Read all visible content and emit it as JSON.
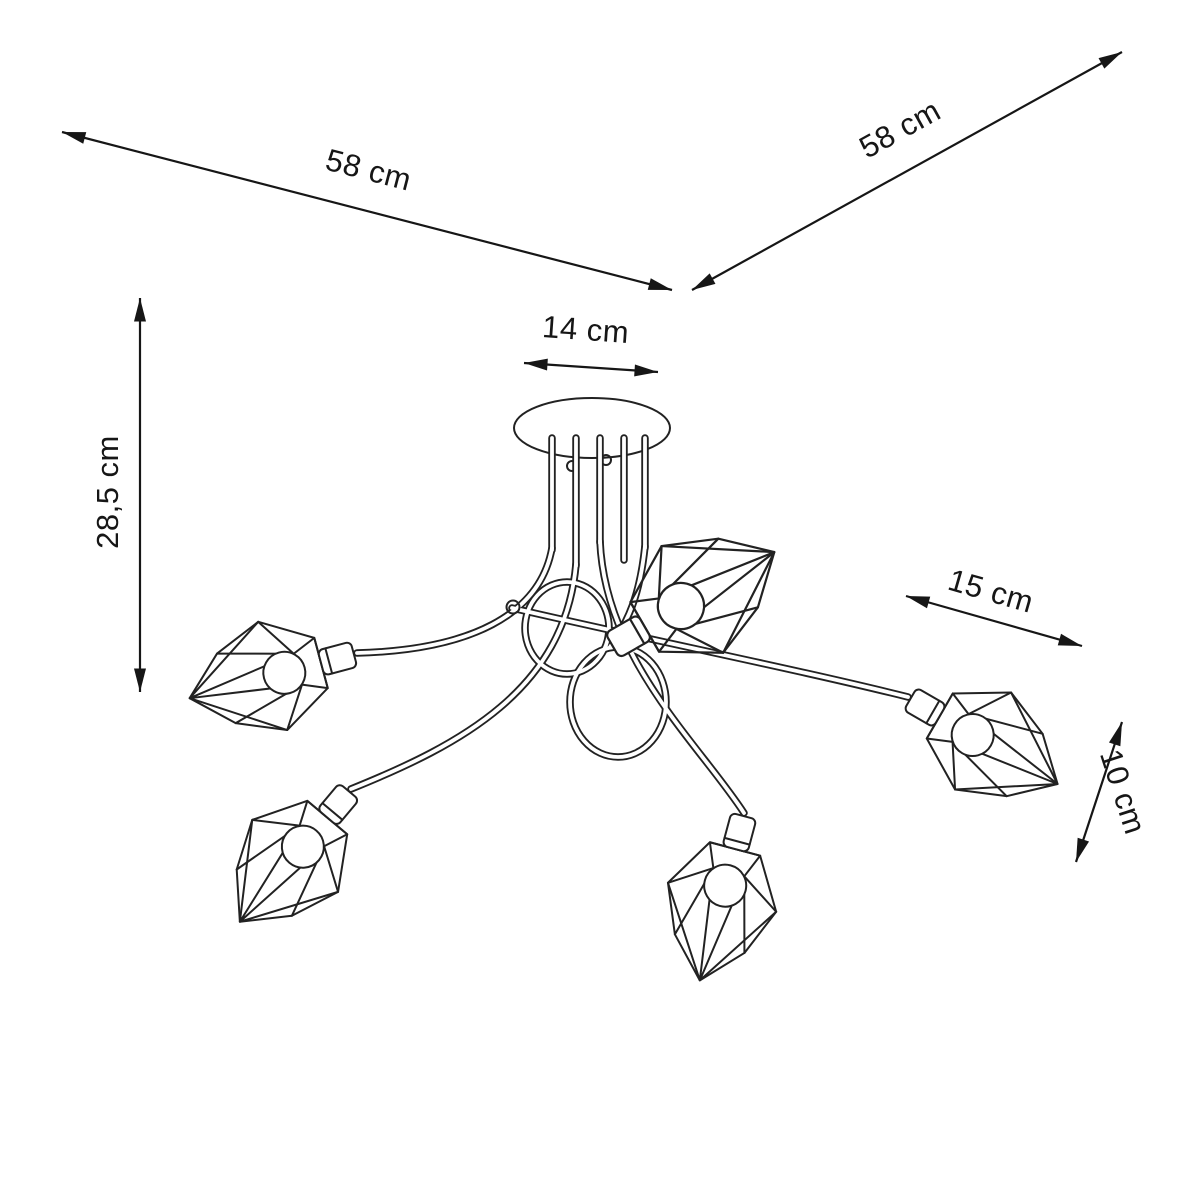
{
  "dimensions": {
    "span_left": "58 cm",
    "span_right": "58 cm",
    "canopy_diameter": "14 cm",
    "fixture_height": "28,5 cm",
    "shade_length": "15 cm",
    "shade_height": "10 cm"
  }
}
